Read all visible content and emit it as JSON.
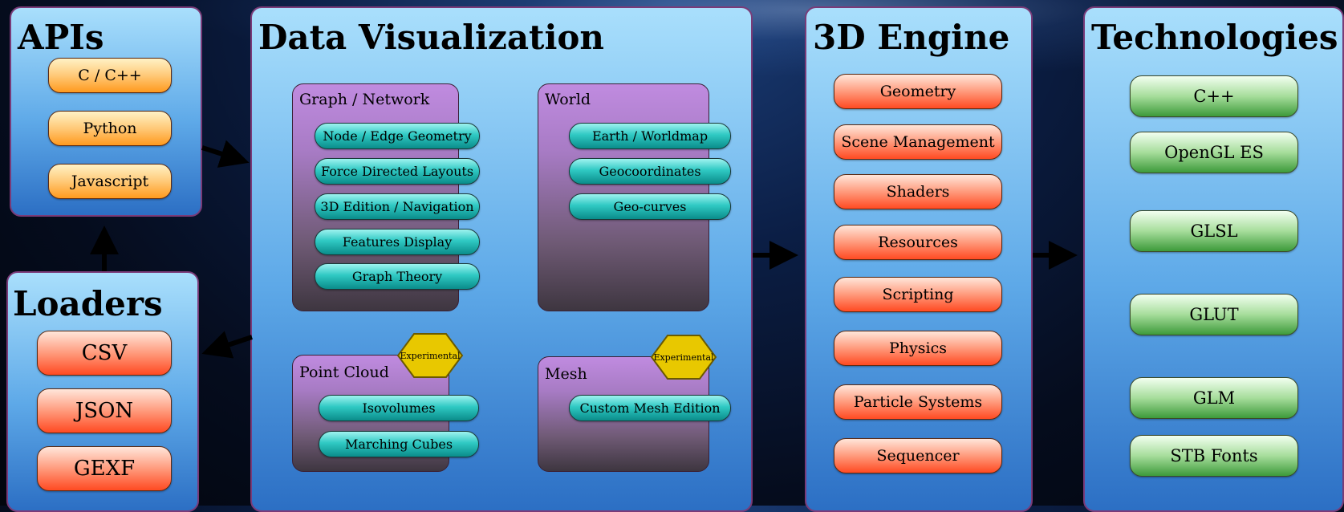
{
  "apis": {
    "title": "APIs",
    "items": [
      "C / C++",
      "Python",
      "Javascript"
    ]
  },
  "loaders": {
    "title": "Loaders",
    "items": [
      "CSV",
      "JSON",
      "GEXF"
    ]
  },
  "data_viz": {
    "title": "Data Visualization",
    "graph": {
      "title": "Graph / Network",
      "items": [
        "Node / Edge Geometry",
        "Force Directed Layouts",
        "3D Edition / Navigation",
        "Features Display",
        "Graph Theory"
      ]
    },
    "world": {
      "title": "World",
      "items": [
        "Earth / Worldmap",
        "Geocoordinates",
        "Geo-curves"
      ]
    },
    "point_cloud": {
      "title": "Point Cloud",
      "badge": "Experimental",
      "items": [
        "Isovolumes",
        "Marching Cubes"
      ]
    },
    "mesh": {
      "title": "Mesh",
      "badge": "Experimental",
      "items": [
        "Custom Mesh Edition"
      ]
    }
  },
  "engine": {
    "title": "3D Engine",
    "items": [
      "Geometry",
      "Scene Management",
      "Shaders",
      "Resources",
      "Scripting",
      "Physics",
      "Particle Systems",
      "Sequencer"
    ]
  },
  "tech": {
    "title": "Technologies",
    "items": [
      "C++",
      "OpenGL ES",
      "GLSL",
      "GLUT",
      "GLM",
      "STB Fonts"
    ]
  },
  "colors": {
    "panel_border": "#7a3b78",
    "orange": "#ff9a1e",
    "red": "#ff4a22",
    "green": "#3d9a3a",
    "teal": "#0a8c8a",
    "purple": "#c08be0",
    "badge": "#e8c800"
  }
}
